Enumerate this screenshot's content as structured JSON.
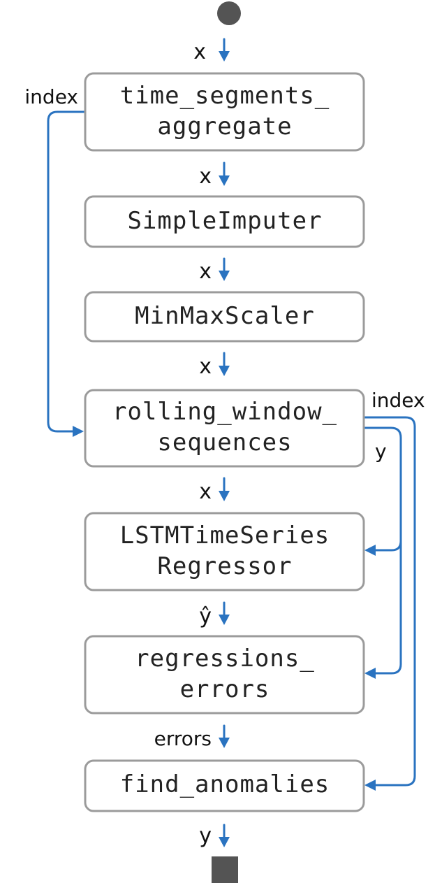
{
  "nodes": {
    "time_segments_aggregate": [
      "time_segments_",
      "aggregate"
    ],
    "simple_imputer": [
      "SimpleImputer"
    ],
    "min_max_scaler": [
      "MinMaxScaler"
    ],
    "rolling_window_sequences": [
      "rolling_window_",
      "sequences"
    ],
    "lstm_regressor": [
      "LSTMTimeSeries",
      "Regressor"
    ],
    "regression_errors": [
      "regressions_",
      "errors"
    ],
    "find_anomalies": [
      "find_anomalies"
    ]
  },
  "edges": {
    "start_to_tsa": "x",
    "tsa_to_imputer": "x",
    "imputer_to_scaler": "x",
    "scaler_to_rws": "x",
    "rws_to_lstm": "x",
    "lstm_to_errors": "ŷ",
    "errors_to_find": "errors",
    "find_to_end": "y",
    "tsa_index": "index",
    "rws_index": "index",
    "rws_y": "y"
  },
  "colors": {
    "arrow": "#2a73c0",
    "box_border": "#9b9b9b",
    "terminal": "#545454"
  }
}
